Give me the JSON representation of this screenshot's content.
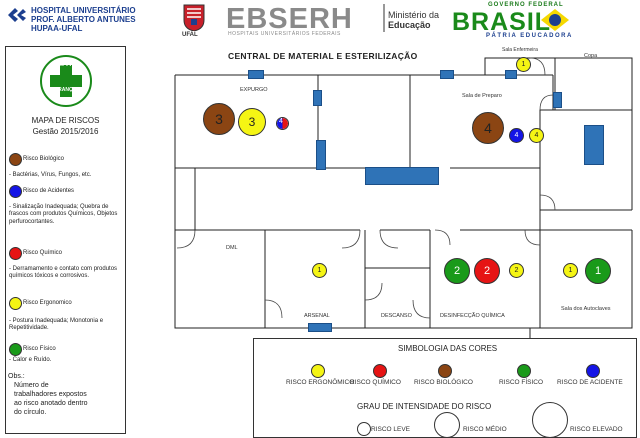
{
  "header": {
    "hospital_line1": "HOSPITAL UNIVERSITÁRIO",
    "hospital_line2": "PROF. ALBERTO ANTUNES",
    "hospital_line3": "HUPAA-UFAL",
    "ufal": "UFAL",
    "ebserh": "EBSERH",
    "ebserh_sub": "HOSPITAIS UNIVERSITÁRIOS FEDERAIS",
    "ministerio_line1": "Ministério da",
    "ministerio_line2": "Educação",
    "brasil_top": "GOVERNO FEDERAL",
    "brasil": "BRASIL",
    "brasil_bottom": "PÁTRIA EDUCADORA"
  },
  "legend": {
    "cipa_logo_text_top": "CIPA",
    "cipa_logo_text_bottom": "SEGURANÇA",
    "title_line1": "MAPA DE RISCOS",
    "title_line2": "Gestão 2015/2016",
    "items": [
      {
        "label": "Risco Biológico",
        "desc": "- Bactérias, Vírus, Fungos, etc.",
        "color": "#8b4513"
      },
      {
        "label": "Risco de Acidentes",
        "desc": "- Sinalização Inadequada; Quebra de frascos com produtos Químicos, Objetos perfurocortantes.",
        "color": "#1414e6"
      },
      {
        "label": "Risco Químico",
        "desc": "- Derramamento e contato com produtos químicos tóxicos e corrosivos.",
        "color": "#e61414"
      },
      {
        "label": "Risco Ergonomico",
        "desc": "- Postura Inadequada; Monotonia e Repetitividade.",
        "color": "#f5f514"
      },
      {
        "label": "Risco Físico",
        "desc": "- Calor e Ruído.",
        "color": "#1a9a1a"
      }
    ],
    "obs_label": "Obs.:",
    "obs_text": "Número de trabalhadores expostos ao risco anotado dentro do círculo."
  },
  "plan": {
    "title": "CENTRAL DE MATERIAL E ESTERILIZAÇÃO",
    "rooms": {
      "expurgo": "EXPURGO",
      "sala_preparo": "Sala de Preparo",
      "sala_enfermeira": "Sala Enfermeira",
      "copa": "Copa",
      "dml": "DML",
      "arsenal": "ARSENAL",
      "descanso": "DESCANSO",
      "desinfeccao": "DESINFECÇÃO QUÍMICA",
      "autoclaves": "Sala dos Autoclaves"
    },
    "markers": {
      "expurgo_bio": "3",
      "expurgo_ergo": "3",
      "expurgo_acid": "4",
      "preparo_bio": "4",
      "preparo_acid": "4",
      "preparo_ergo": "4",
      "enfermeira_ergo": "1",
      "dml_ergo": "1",
      "desinf_fisico": "2",
      "desinf_quimico": "2",
      "desinf_ergo": "2",
      "auto_ergo": "1",
      "auto_fisico": "1"
    }
  },
  "symbology": {
    "title": "SIMBOLOGIA DAS CORES",
    "colors": [
      {
        "label": "RISCO ERGONÔMICO",
        "color": "#f5f514"
      },
      {
        "label": "RISCO QUÍMICO",
        "color": "#e61414"
      },
      {
        "label": "RISCO BIOLÓGICO",
        "color": "#8b4513"
      },
      {
        "label": "RISCO FÍSICO",
        "color": "#1a9a1a"
      },
      {
        "label": "RISCO DE ACIDENTE",
        "color": "#1414e6"
      }
    ],
    "intensity_title": "GRAU DE INTENSIDADE DO RISCO",
    "intensity": [
      "RISCO LEVE",
      "RISCO MÉDIO",
      "RISCO ELEVADO"
    ]
  }
}
